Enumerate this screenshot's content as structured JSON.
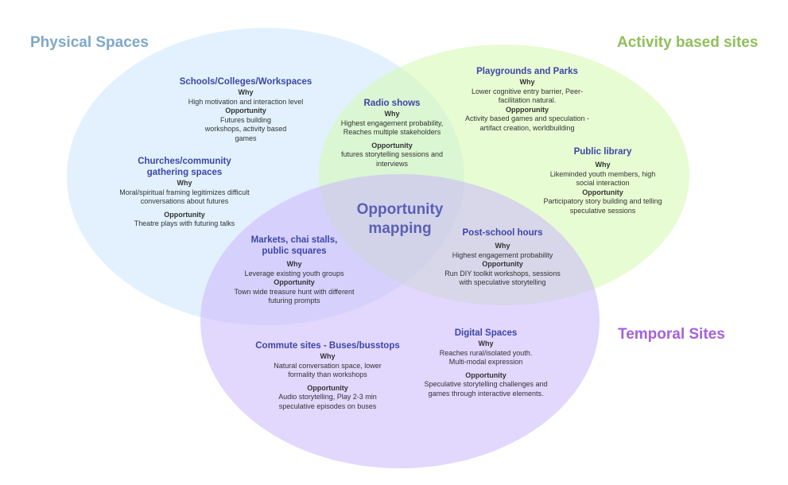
{
  "diagram": {
    "center_label": "Opportunity mapping",
    "sets": {
      "physical": {
        "label": "Physical Spaces",
        "color": "#7fa8c9",
        "fill": "#cfe7fb"
      },
      "activity": {
        "label": "Activity based sites",
        "color": "#8fbf5a",
        "fill": "#e2fbc6"
      },
      "temporal": {
        "label": "Temporal Sites",
        "color": "#a461e0",
        "fill": "#d9c9fb"
      }
    },
    "nodes": [
      {
        "id": "schools",
        "title": "Schools/Colleges/Workspaces",
        "why_label": "Why",
        "why": "High motivation and interaction level",
        "opp_label": "Opportunity",
        "opportunity": "Futures building workshops, activity based games"
      },
      {
        "id": "churches",
        "title": "Churches/community gathering spaces",
        "why_label": "Why",
        "why": "Moral/spiritual framing legitimizes difficult conversations about futures",
        "opp_label": "Opportunity",
        "opportunity": "Theatre plays with futuring talks"
      },
      {
        "id": "radio",
        "title": "Radio shows",
        "why_label": "Why",
        "why": "Highest engagement probability, Reaches multiple stakeholders",
        "opp_label": "Opportunity",
        "opportunity": "futures storytelling sessions and interviews"
      },
      {
        "id": "playgrounds",
        "title": "Playgrounds and Parks",
        "why_label": "Why",
        "why": "Lower cognitive entry barrier, Peer-facilitation natural.",
        "opp_label": "Oppporunity",
        "opportunity": "Activity based games and speculation - artifact creation, worldbuilding"
      },
      {
        "id": "library",
        "title": "Public library",
        "why_label": "Why",
        "why": "Likeminded youth members, high social interaction",
        "opp_label": "Opportunity",
        "opportunity": "Participatory story building and telling speculative sessions"
      },
      {
        "id": "markets",
        "title": "Markets, chai stalls, public squares",
        "why_label": "Why",
        "why": "Leverage existing youth groups",
        "opp_label": "Opportunity",
        "opportunity": "Town wide treasure hunt with different futuring prompts"
      },
      {
        "id": "postschool",
        "title": "Post-school hours",
        "why_label": "Why",
        "why": "Highest engagement probability",
        "opp_label": "Opportunity",
        "opportunity": "Run DIY toolkit workshops, sessions with speculative storytelling"
      },
      {
        "id": "commute",
        "title": "Commute sites - Buses/busstops",
        "why_label": "Why",
        "why": "Natural conversation space,  lower formality than workshops",
        "opp_label": "Opportunity",
        "opportunity": "Audio storytelling, Play 2-3 min speculative episodes on buses"
      },
      {
        "id": "digital",
        "title": "Digital Spaces",
        "why_label": "Why",
        "why": "Reaches rural/isolated youth. Multi-modal expression",
        "opp_label": "Opportunity",
        "opportunity": "Speculative storytelling challenges and games through interactive elements."
      }
    ]
  }
}
